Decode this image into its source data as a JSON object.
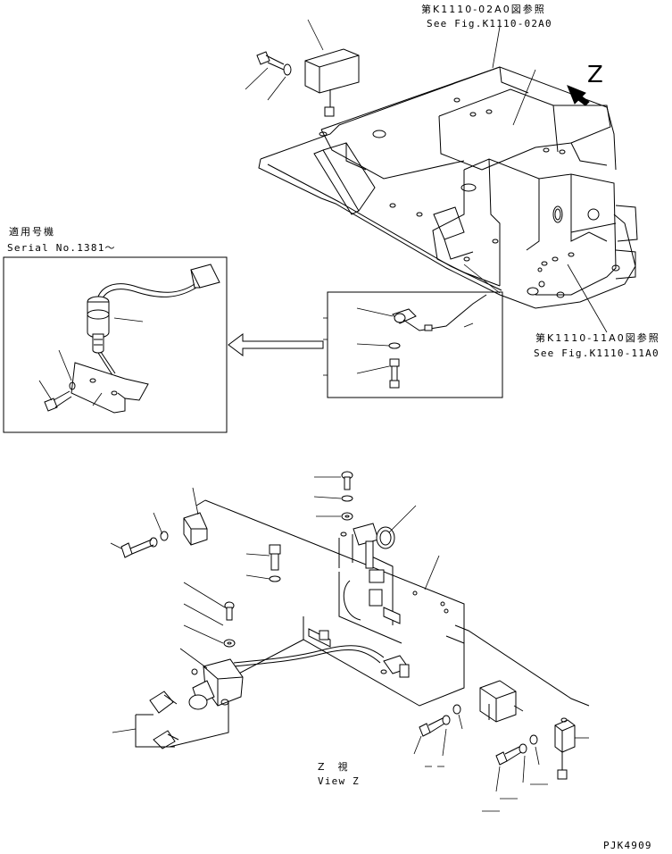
{
  "labels": {
    "ref_top_jp": "第K1110-02A0図参照",
    "ref_top_en": "See Fig.K1110-02A0",
    "ref_right_jp": "第K1110-11A0図参照",
    "ref_right_en": "See Fig.K1110-11A0",
    "view_letter": "Z",
    "serial_jp": "適用号機",
    "serial_en": "Serial No.1381～",
    "view_jp": "Z　視",
    "view_en": "View Z",
    "drawing_code": "PJK4909"
  }
}
